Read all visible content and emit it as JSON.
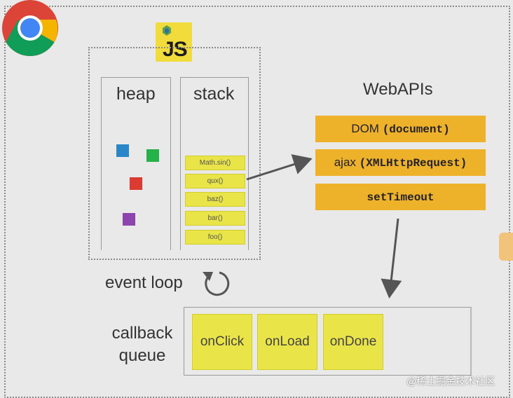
{
  "engine": {
    "logo_text": "JS",
    "heap_label": "heap",
    "stack_label": "stack",
    "heap_objects": [
      {
        "color": "#2a86c7"
      },
      {
        "color": "#25b24a"
      },
      {
        "color": "#dd3a32"
      },
      {
        "color": "#8e44ad"
      }
    ],
    "stack_frames": [
      "Math.sin()",
      "qux()",
      "baz()",
      "bar()",
      "foo()"
    ]
  },
  "webapis": {
    "title": "WebAPIs",
    "items": [
      {
        "prefix": "DOM ",
        "code": "(document)",
        "suffix": ""
      },
      {
        "prefix": "ajax ",
        "code": "(XMLHttpRequest)",
        "suffix": ""
      },
      {
        "prefix": "",
        "code": "setTimeout",
        "suffix": ""
      }
    ]
  },
  "event_loop": {
    "label": "event loop"
  },
  "callback_queue": {
    "label_line1": "callback",
    "label_line2": "queue",
    "items": [
      "onClick",
      "onLoad",
      "onDone"
    ]
  },
  "watermark": "@稀土掘金技术社区",
  "colors": {
    "background": "#e9e9e9",
    "frame_yellow": "#e9e448",
    "api_orange": "#eeb12a",
    "js_yellow": "#f2dc3b"
  }
}
